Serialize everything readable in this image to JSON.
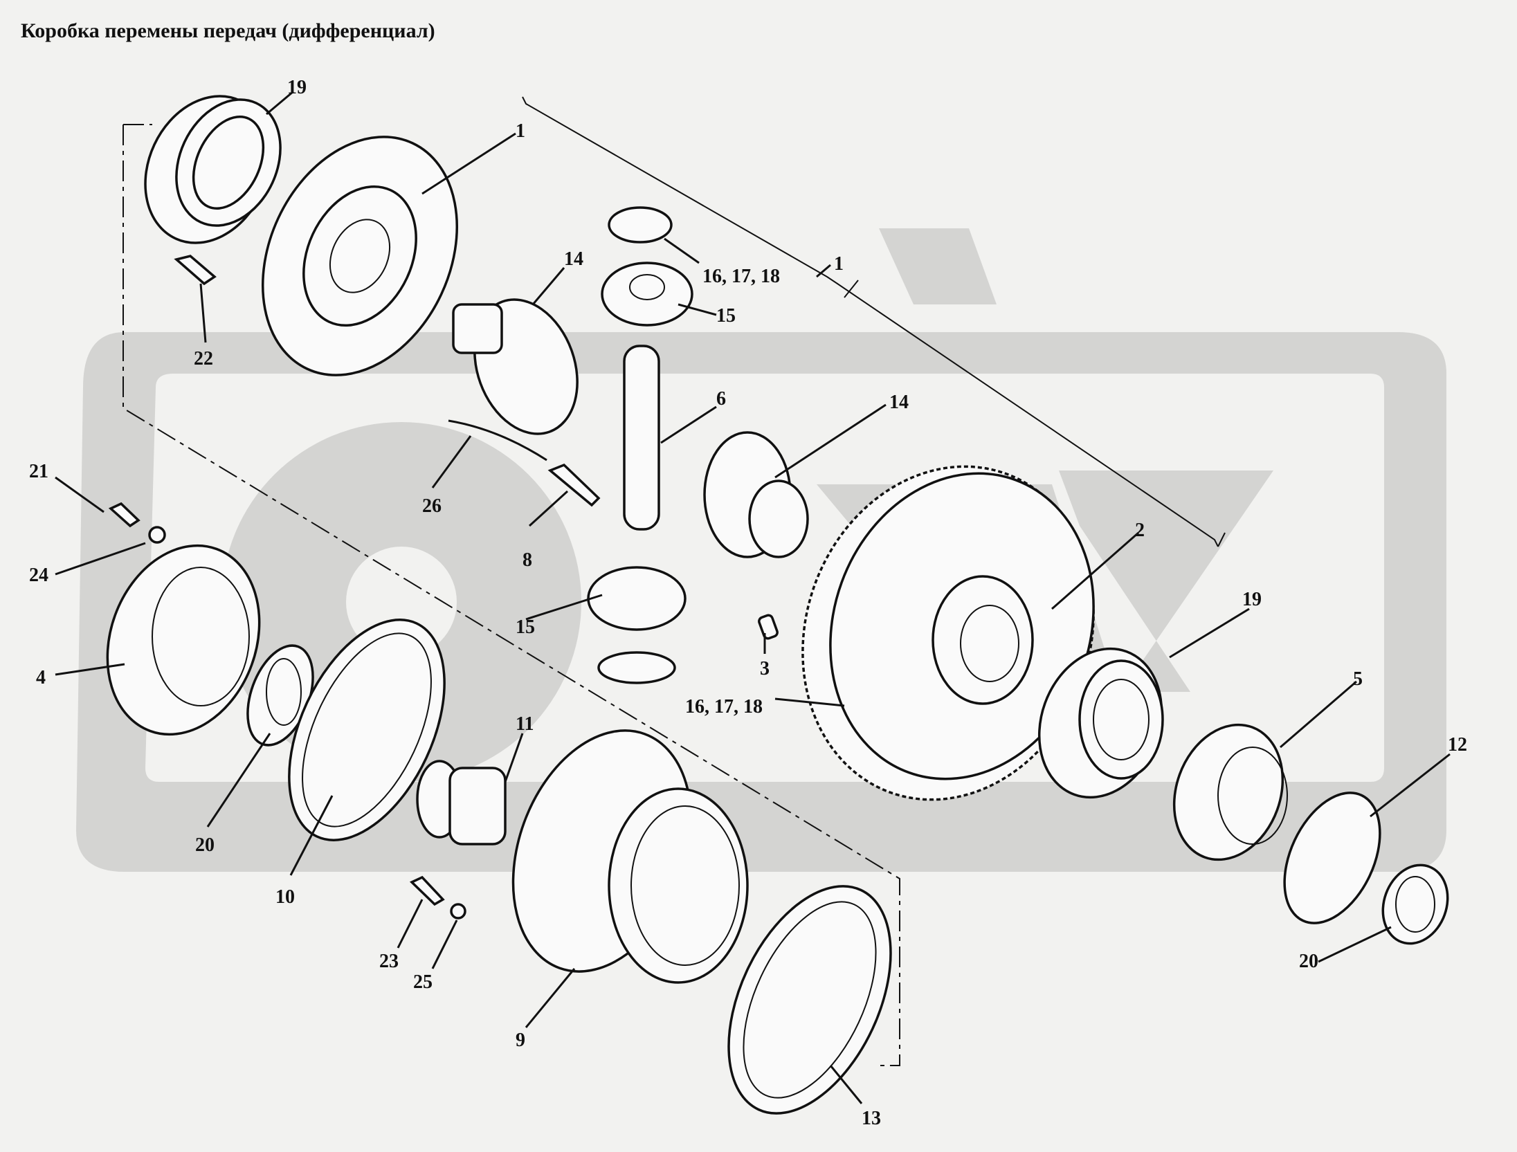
{
  "title": "Коробка перемены передач (дифференциал)",
  "callouts": [
    {
      "id": "c19a",
      "text": "19"
    },
    {
      "id": "c1a",
      "text": "1"
    },
    {
      "id": "c1b",
      "text": "1"
    },
    {
      "id": "c14a",
      "text": "14"
    },
    {
      "id": "c161718a",
      "text": "16, 17, 18"
    },
    {
      "id": "c15a",
      "text": "15"
    },
    {
      "id": "c22",
      "text": "22"
    },
    {
      "id": "c6",
      "text": "6"
    },
    {
      "id": "c14b",
      "text": "14"
    },
    {
      "id": "c26",
      "text": "26"
    },
    {
      "id": "c21",
      "text": "21"
    },
    {
      "id": "c8",
      "text": "8"
    },
    {
      "id": "c24",
      "text": "24"
    },
    {
      "id": "c2",
      "text": "2"
    },
    {
      "id": "c15b",
      "text": "15"
    },
    {
      "id": "c19b",
      "text": "19"
    },
    {
      "id": "c3",
      "text": "3"
    },
    {
      "id": "c4",
      "text": "4"
    },
    {
      "id": "c161718b",
      "text": "16, 17, 18"
    },
    {
      "id": "c5",
      "text": "5"
    },
    {
      "id": "c11",
      "text": "11"
    },
    {
      "id": "c12",
      "text": "12"
    },
    {
      "id": "c20a",
      "text": "20"
    },
    {
      "id": "c10",
      "text": "10"
    },
    {
      "id": "c23",
      "text": "23"
    },
    {
      "id": "c25",
      "text": "25"
    },
    {
      "id": "c20b",
      "text": "20"
    },
    {
      "id": "c9",
      "text": "9"
    },
    {
      "id": "c13",
      "text": "13"
    }
  ]
}
